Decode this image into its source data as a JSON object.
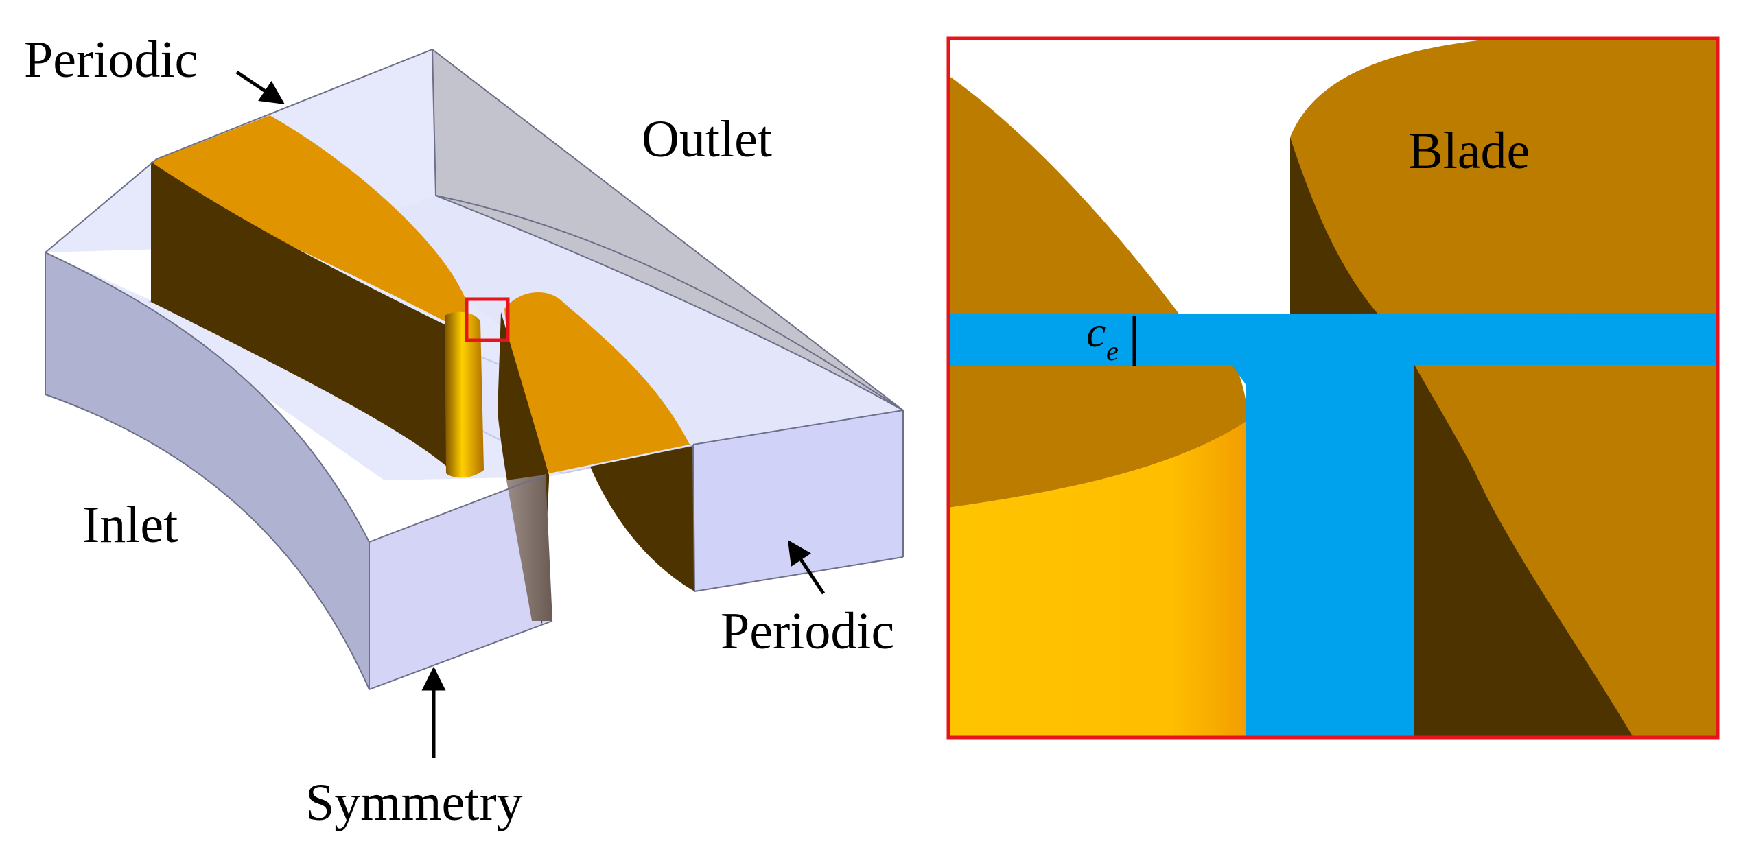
{
  "labels": {
    "periodic_top": "Periodic",
    "outlet": "Outlet",
    "inlet": "Inlet",
    "periodic_right": "Periodic",
    "symmetry": "Symmetry",
    "blade": "Blade",
    "gap_symbol": "c",
    "gap_subscript": "e"
  },
  "colors": {
    "domain_face_light": "#e6e8fb",
    "domain_face_mid": "#cfd1f3",
    "domain_face_side": "#b3b5d6",
    "outlet_face": "#c2c3cd",
    "blade_top": "#e09400",
    "blade_side_dark": "#4d3300",
    "blade_zoom_top": "#bb7c00",
    "blade_zoom_face": "#ffc400",
    "clearance_fluid": "#00a2ee",
    "highlight_frame": "#e8141b"
  },
  "icons": {
    "arrow": "arrow-icon"
  }
}
